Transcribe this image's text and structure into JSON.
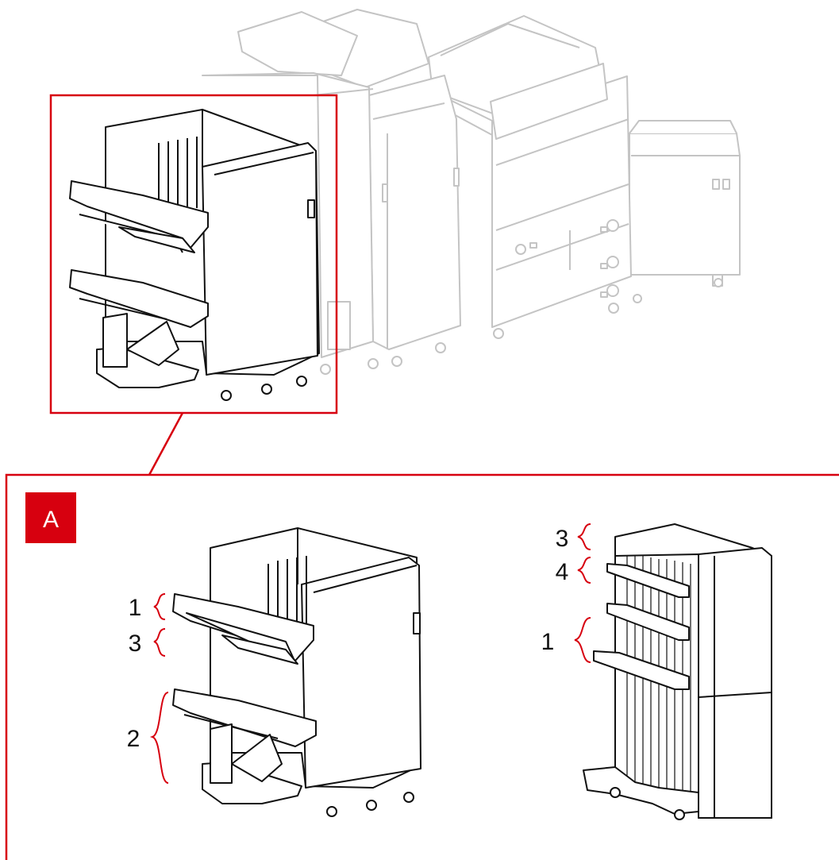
{
  "panel": {
    "label": "A",
    "accent_color": "#d7000f"
  },
  "left_unit": {
    "callouts": [
      {
        "number": "1",
        "target": "upper-tray-top"
      },
      {
        "number": "3",
        "target": "upper-tray-bottom"
      },
      {
        "number": "2",
        "target": "lower-tray"
      }
    ]
  },
  "right_unit": {
    "callouts": [
      {
        "number": "3",
        "target": "top-tray"
      },
      {
        "number": "4",
        "target": "second-tray"
      },
      {
        "number": "1",
        "target": "third-tray"
      }
    ]
  }
}
